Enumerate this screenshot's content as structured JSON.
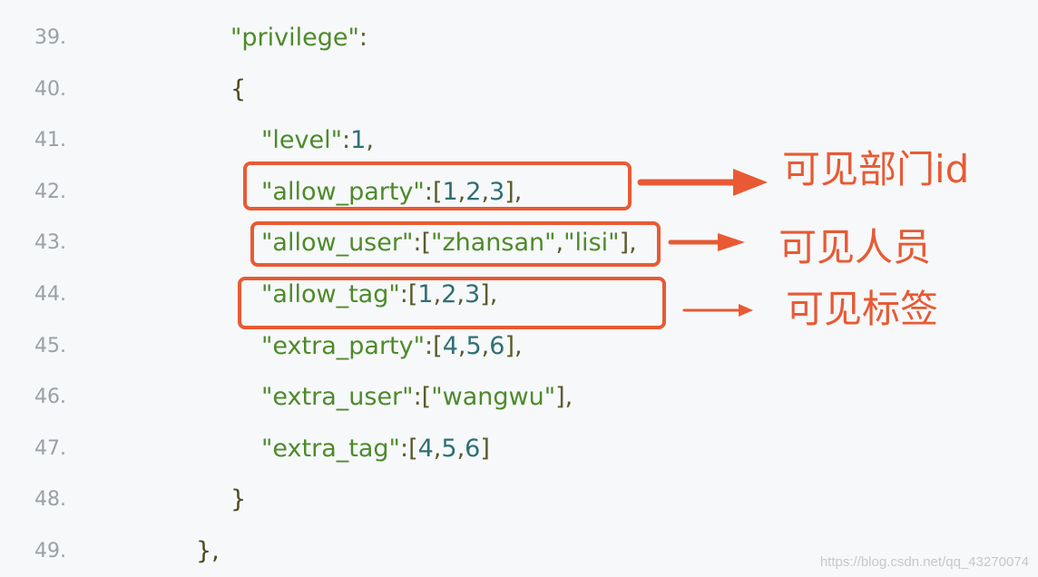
{
  "lines": [
    {
      "no": "39.",
      "parts": [
        {
          "t": "\"privilege\"",
          "c": "s"
        },
        {
          "t": ":",
          "c": "p"
        }
      ]
    },
    {
      "no": "40.",
      "parts": [
        {
          "t": "{",
          "c": "b"
        }
      ]
    },
    {
      "no": "41.",
      "parts": [
        {
          "t": "\"level\"",
          "c": "s"
        },
        {
          "t": ":",
          "c": "p"
        },
        {
          "t": "1",
          "c": "n"
        },
        {
          "t": ",",
          "c": "p"
        }
      ]
    },
    {
      "no": "42.",
      "parts": [
        {
          "t": "\"allow_party\"",
          "c": "s"
        },
        {
          "t": ":[",
          "c": "p"
        },
        {
          "t": "1",
          "c": "n"
        },
        {
          "t": ",",
          "c": "p"
        },
        {
          "t": "2",
          "c": "n"
        },
        {
          "t": ",",
          "c": "p"
        },
        {
          "t": "3",
          "c": "n"
        },
        {
          "t": "],",
          "c": "p"
        }
      ]
    },
    {
      "no": "43.",
      "parts": [
        {
          "t": "\"allow_user\"",
          "c": "s"
        },
        {
          "t": ":[",
          "c": "p"
        },
        {
          "t": "\"zhansan\"",
          "c": "s"
        },
        {
          "t": ",",
          "c": "p"
        },
        {
          "t": "\"lisi\"",
          "c": "s"
        },
        {
          "t": "],",
          "c": "p"
        }
      ]
    },
    {
      "no": "44.",
      "parts": [
        {
          "t": "\"allow_tag\"",
          "c": "s"
        },
        {
          "t": ":[",
          "c": "p"
        },
        {
          "t": "1",
          "c": "n"
        },
        {
          "t": ",",
          "c": "p"
        },
        {
          "t": "2",
          "c": "n"
        },
        {
          "t": ",",
          "c": "p"
        },
        {
          "t": "3",
          "c": "n"
        },
        {
          "t": "],",
          "c": "p"
        }
      ]
    },
    {
      "no": "45.",
      "parts": [
        {
          "t": "\"extra_party\"",
          "c": "s"
        },
        {
          "t": ":[",
          "c": "p"
        },
        {
          "t": "4",
          "c": "n"
        },
        {
          "t": ",",
          "c": "p"
        },
        {
          "t": "5",
          "c": "n"
        },
        {
          "t": ",",
          "c": "p"
        },
        {
          "t": "6",
          "c": "n"
        },
        {
          "t": "],",
          "c": "p"
        }
      ]
    },
    {
      "no": "46.",
      "parts": [
        {
          "t": "\"extra_user\"",
          "c": "s"
        },
        {
          "t": ":[",
          "c": "p"
        },
        {
          "t": "\"wangwu\"",
          "c": "s"
        },
        {
          "t": "],",
          "c": "p"
        }
      ]
    },
    {
      "no": "47.",
      "parts": [
        {
          "t": "\"extra_tag\"",
          "c": "s"
        },
        {
          "t": ":[",
          "c": "p"
        },
        {
          "t": "4",
          "c": "n"
        },
        {
          "t": ",",
          "c": "p"
        },
        {
          "t": "5",
          "c": "n"
        },
        {
          "t": ",",
          "c": "p"
        },
        {
          "t": "6",
          "c": "n"
        },
        {
          "t": "]",
          "c": "p"
        }
      ]
    },
    {
      "no": "48.",
      "parts": [
        {
          "t": "}",
          "c": "b"
        }
      ]
    },
    {
      "no": "49.",
      "parts": [
        {
          "t": "},",
          "c": "b"
        }
      ]
    }
  ],
  "annotations": {
    "party": "可见部门id",
    "user": "可见人员",
    "tag": "可见标签"
  },
  "watermark": "https://blog.csdn.net/qq_43270074",
  "colors": {
    "annotation": "#e85a34",
    "string": "#4e8a2a",
    "number": "#2f6f72",
    "background": "#f6f8fa"
  }
}
